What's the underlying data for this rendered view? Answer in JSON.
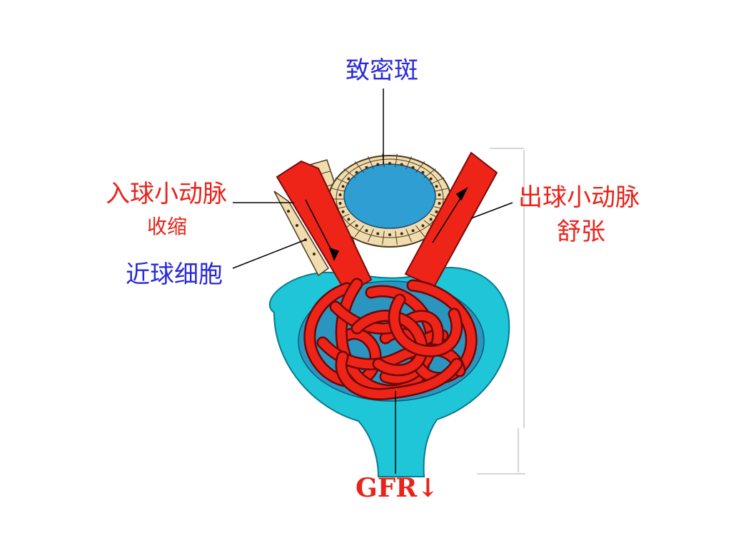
{
  "labels": {
    "macula_densa": "致密斑",
    "afferent_arteriole": "入球小动脉",
    "afferent_state": "收缩",
    "juxtaglomerular_cells": "近球细胞",
    "efferent_arteriole": "出球小动脉",
    "efferent_state": "舒张",
    "gfr": "GFR↓"
  },
  "colors": {
    "capsule": "#1ec6d8",
    "capillary": "#ee2418",
    "tubule_lumen": "#2e9ed3",
    "cells": "#f0dcae",
    "blue_text": "#2a2ad8",
    "red_text": "#e8231a"
  }
}
